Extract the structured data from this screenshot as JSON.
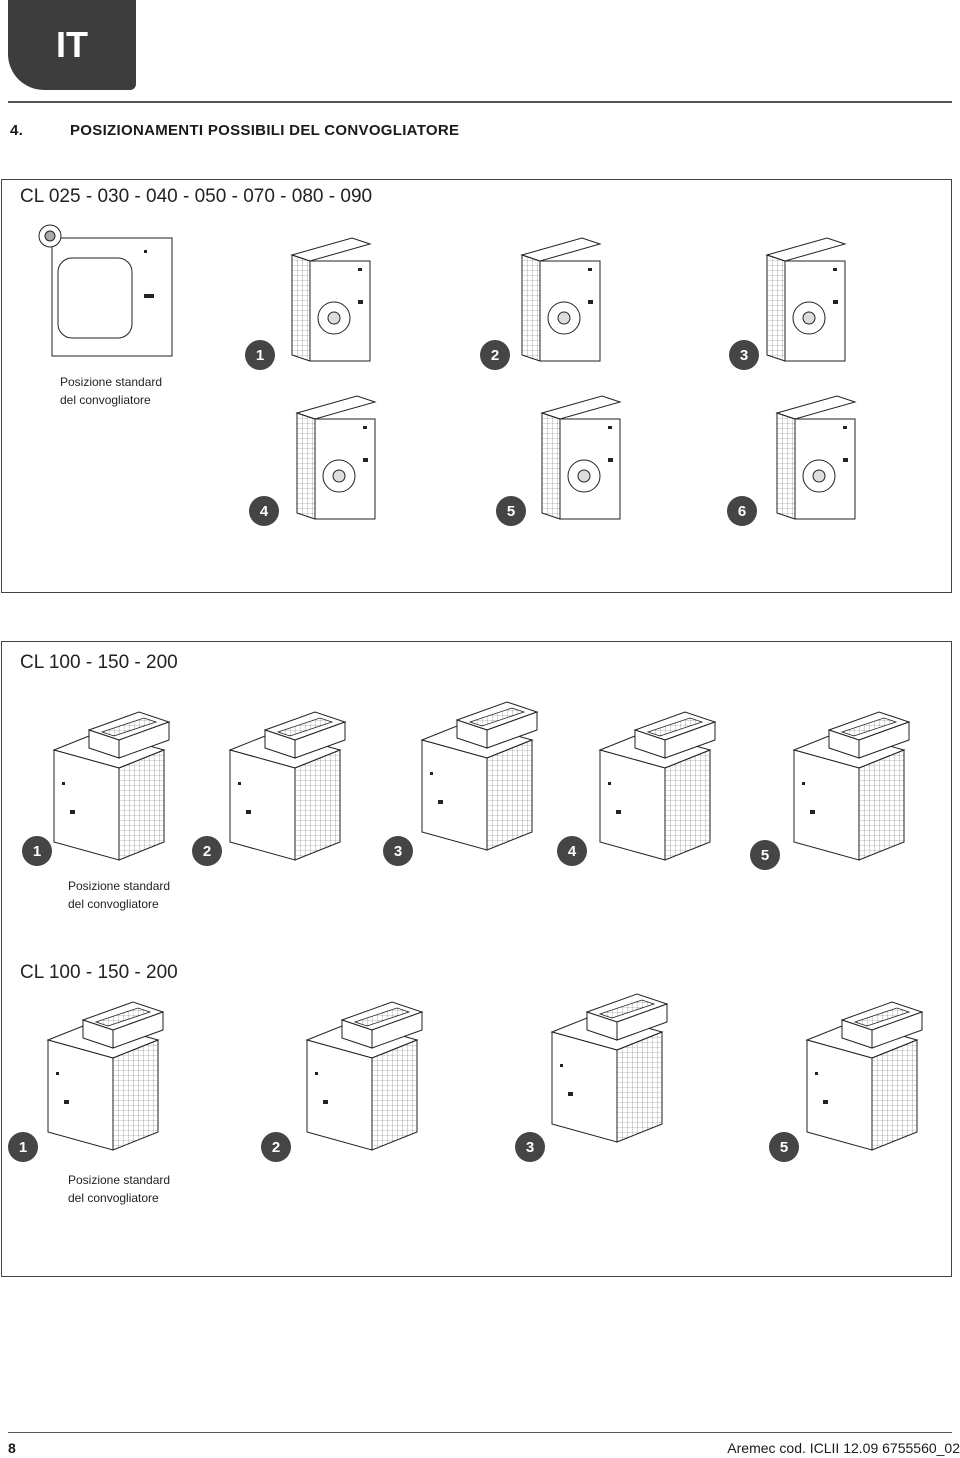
{
  "language_tab": "IT",
  "section": {
    "number": "4.",
    "title": "POSIZIONAMENTI POSSIBILI DEL CONVOGLIATORE"
  },
  "panels": [
    {
      "heading": "CL  025 - 030 - 040 - 050 - 070 - 080 - 090",
      "caption_line1": "Posizione standard",
      "caption_line2": "del convogliatore",
      "steps": [
        "1",
        "2",
        "3",
        "4",
        "5",
        "6"
      ]
    },
    {
      "heading": "CL 100 - 150 - 200",
      "caption_line1": "Posizione standard",
      "caption_line2": "del convogliatore",
      "steps": [
        "1",
        "2",
        "3",
        "4",
        "5"
      ]
    },
    {
      "heading": "CL 100 - 150 - 200",
      "caption_line1": "Posizione standard",
      "caption_line2": "del convogliatore",
      "steps": [
        "1",
        "2",
        "3",
        "5"
      ]
    }
  ],
  "footer": {
    "page_number": "8",
    "doc_code": "Aremec cod. ICLII 12.09 6755560_02"
  },
  "colors": {
    "tab": "#3d3d3d",
    "badge": "#454545",
    "rule": "#555555"
  }
}
